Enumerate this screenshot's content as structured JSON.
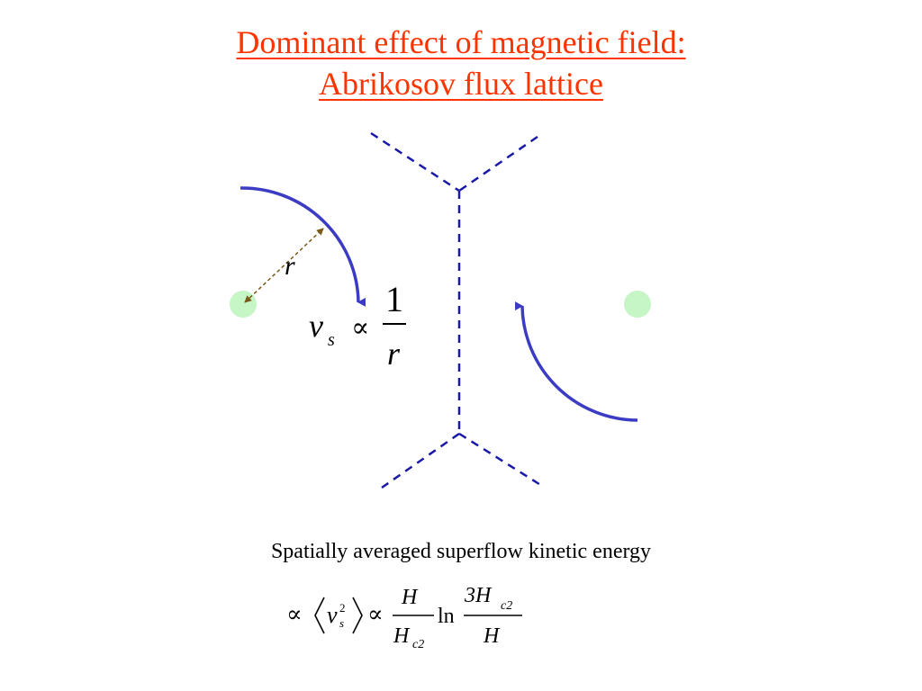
{
  "title": {
    "line1": "Dominant effect of magnetic field:",
    "line2": "Abrikosov flux lattice"
  },
  "diagram": {
    "radius_label": "r",
    "velocity": {
      "symbol": "v",
      "subscript": "s",
      "relation": "∝",
      "numerator": "1",
      "denominator": "r"
    }
  },
  "caption": "Spatially averaged superflow kinetic energy",
  "formula": {
    "prefix": "∝",
    "v": "v",
    "sup": "2",
    "sub": "s",
    "relation": "∝",
    "frac1_num": "H",
    "frac1_den": "H",
    "frac1_den_sub": "c2",
    "ln": "ln",
    "frac2_num": "3H",
    "frac2_num_sub": "c2",
    "frac2_den": "H"
  },
  "colors": {
    "title": "#ff3300",
    "vortex_core": "#c6f5c6",
    "flow_arrow": "#3b3bc4",
    "cell_boundary": "#1a1aa8",
    "radius_arrow": "#7a5a1a"
  }
}
